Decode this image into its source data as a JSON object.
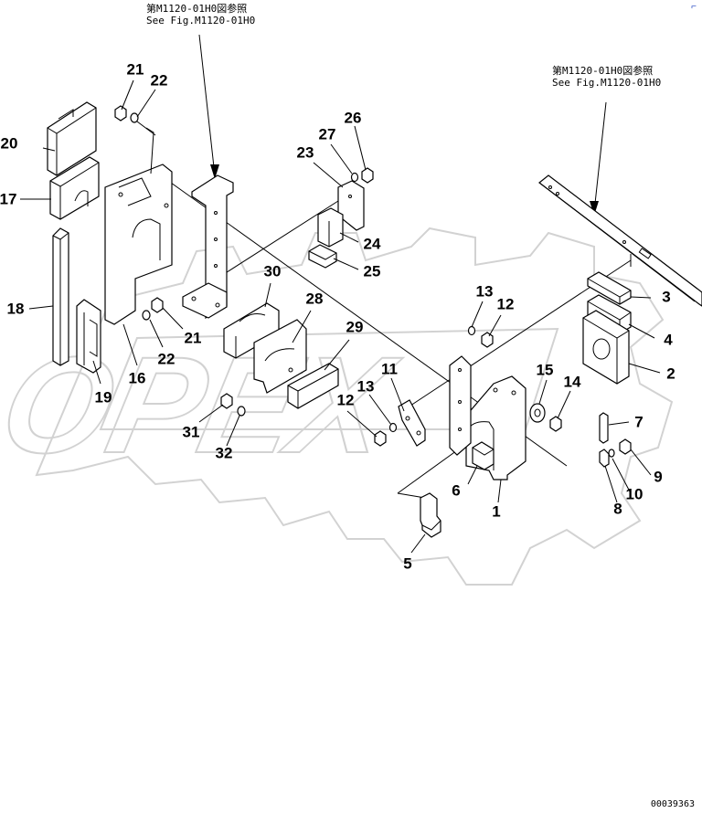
{
  "reference_notes": {
    "top_center": {
      "jp": "第M1120-01H0図参照",
      "en": "See Fig.M1120-01H0"
    },
    "top_right": {
      "jp": "第M1120-01H0図参照",
      "en": "See Fig.M1120-01H0"
    }
  },
  "callouts": {
    "n1": "1",
    "n2": "2",
    "n3": "3",
    "n4": "4",
    "n5": "5",
    "n6": "6",
    "n7": "7",
    "n8": "8",
    "n9": "9",
    "n10": "10",
    "n11": "11",
    "n12a": "12",
    "n12b": "12",
    "n13a": "13",
    "n13b": "13",
    "n14": "14",
    "n15": "15",
    "n16": "16",
    "n17": "17",
    "n18": "18",
    "n19": "19",
    "n20": "20",
    "n21a": "21",
    "n21b": "21",
    "n22a": "22",
    "n22b": "22",
    "n23": "23",
    "n24": "24",
    "n25": "25",
    "n26": "26",
    "n27": "27",
    "n28": "28",
    "n29": "29",
    "n30": "30",
    "n31": "31",
    "n32": "32"
  },
  "document_number": "00039363",
  "corner_mark": "⌐",
  "watermark": "OPEX",
  "colors": {
    "line": "#000000",
    "watermark": "#d2d2d2",
    "corner_mark": "#1a3fbf"
  }
}
